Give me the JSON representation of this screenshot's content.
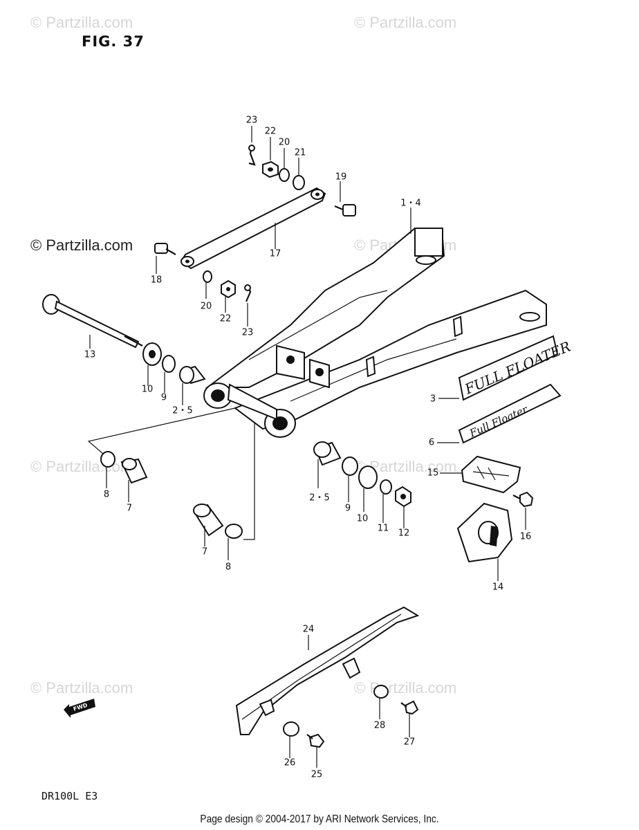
{
  "watermarks": {
    "top_left": "© Partzilla.com",
    "top_right": "© Partzilla.com",
    "mid_left": "© Partzilla.com",
    "mid_right": "© Partzilla.com",
    "row3_left": "© Partzilla.com",
    "row3_right": "© Partzilla.com",
    "bottom_left": "© Partzilla.com",
    "bottom_right": "© Partzilla.com"
  },
  "figure_label": "FIG. 37",
  "model_code": "DR100L  E3",
  "footer": "Page design © 2004-2017 by ARI Network Services, Inc.",
  "decals": {
    "full_floater": "FULL FLOATER",
    "script_decal": "Full Floater",
    "fwd_arrow": "FWD"
  },
  "callouts": {
    "c23_top": "23",
    "c22_top": "22",
    "c20_top": "20",
    "c21": "21",
    "c19": "19",
    "c1_4": "1・4",
    "c17": "17",
    "c18": "18",
    "c20_low": "20",
    "c22_low": "22",
    "c23_low": "23",
    "c13": "13",
    "c10_left": "10",
    "c9_left": "9",
    "c2_5_left": "2・5",
    "c3": "3",
    "c6": "6",
    "c15": "15",
    "c8_left": "8",
    "c7_left": "7",
    "c2_5_right": "2・5",
    "c9_right": "9",
    "c10_right": "10",
    "c11": "11",
    "c12": "12",
    "c16": "16",
    "c7_mid": "7",
    "c8_mid": "8",
    "c14": "14",
    "c24": "24",
    "c28": "28",
    "c27": "27",
    "c26": "26",
    "c25": "25"
  }
}
